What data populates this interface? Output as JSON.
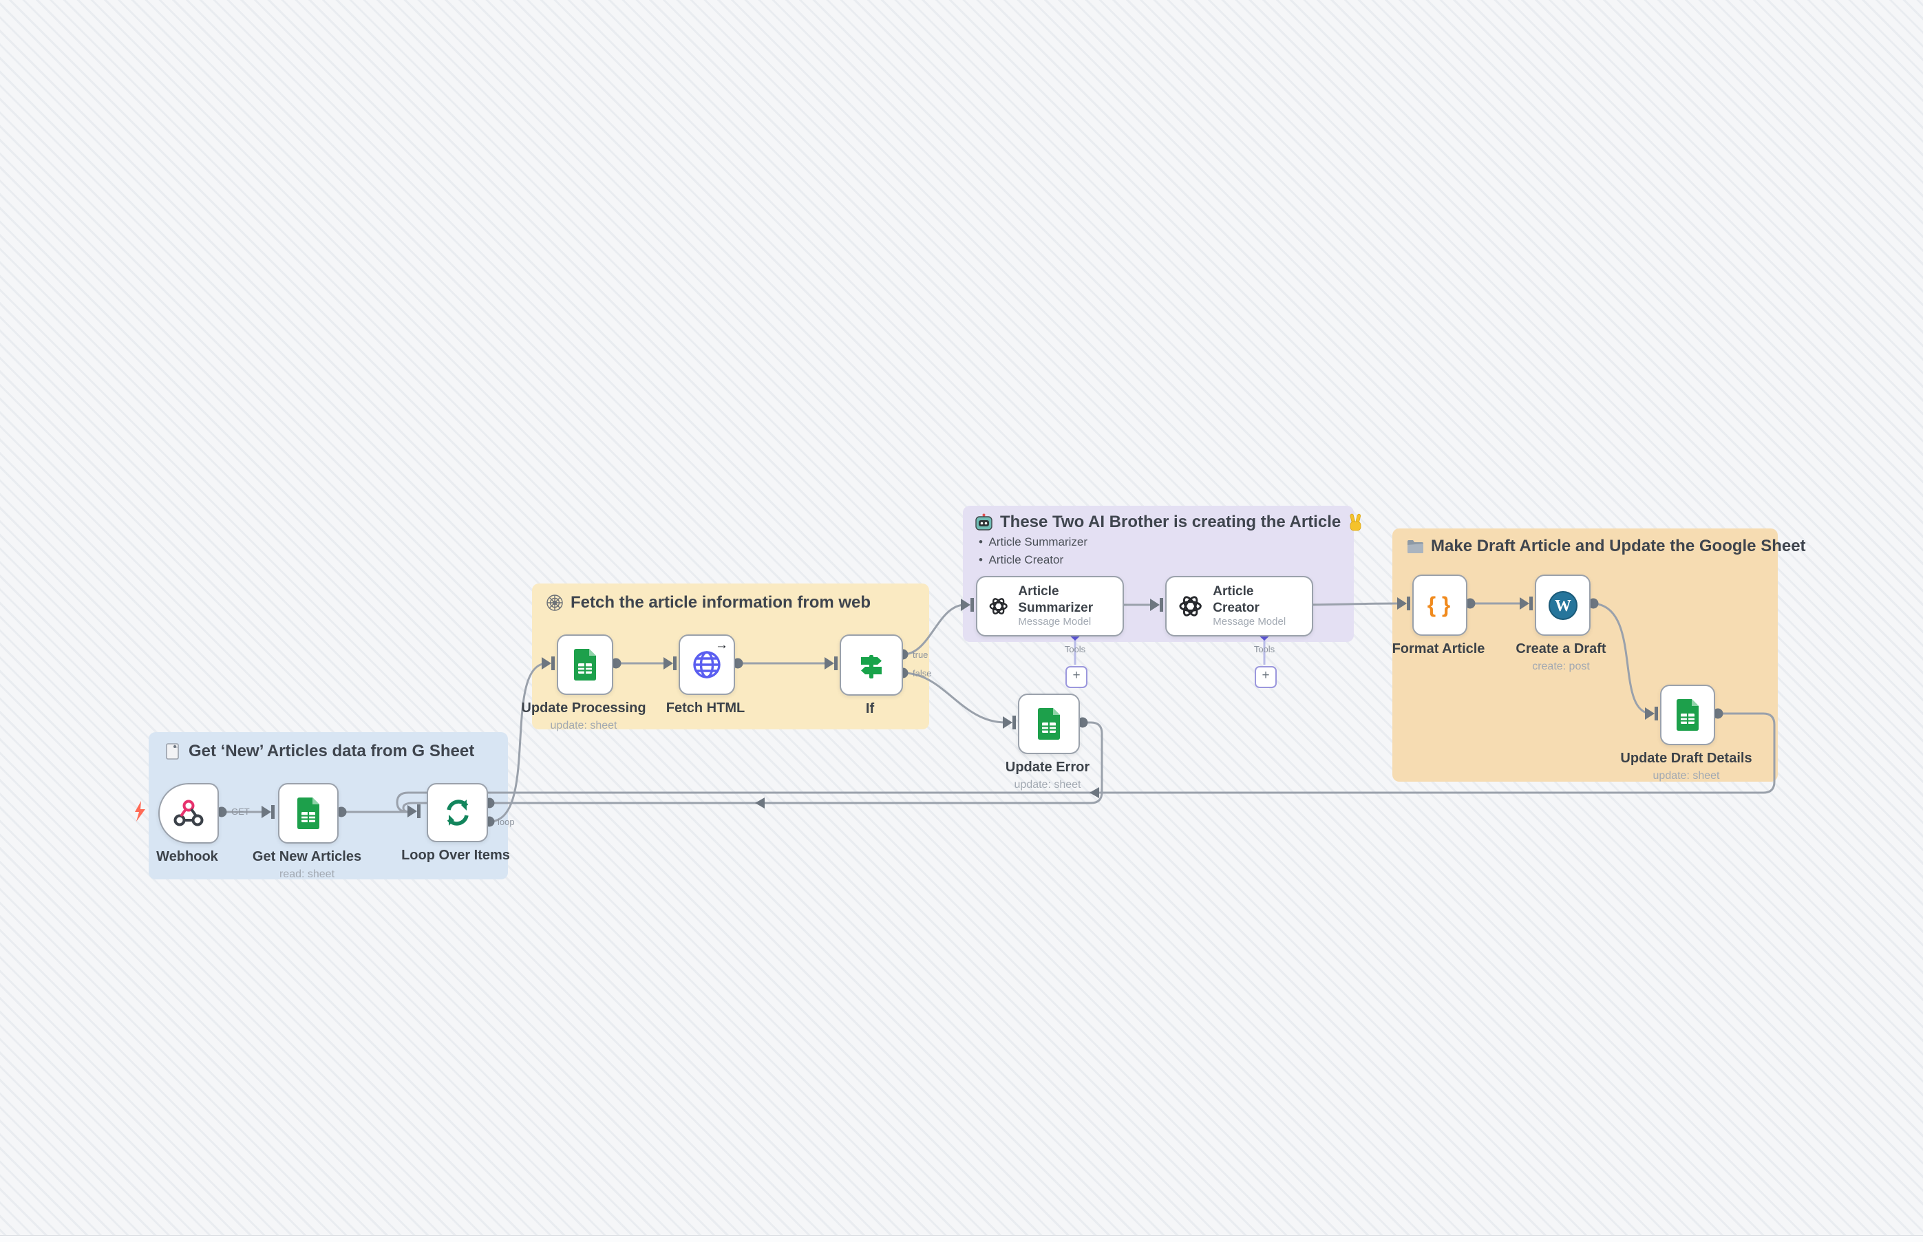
{
  "groups": [
    {
      "title": "Get ‘New’ Articles data from G Sheet"
    },
    {
      "title": "Fetch the article information from web"
    },
    {
      "title": "These Two AI Brother is creating the Article",
      "bullets": [
        "Article Summarizer",
        "Article Creator"
      ]
    },
    {
      "title": "Make Draft Article and Update the Google Sheet"
    }
  ],
  "nodes": [
    {
      "label": "Webhook"
    },
    {
      "label": "Get New Articles",
      "sublabel": "read: sheet"
    },
    {
      "label": "Loop Over Items"
    },
    {
      "label": "Update Processing",
      "sublabel": "update: sheet"
    },
    {
      "label": "Fetch HTML"
    },
    {
      "label": "If"
    },
    {
      "label": "Article Summarizer",
      "sublabel": "Message Model"
    },
    {
      "label": "Article Creator",
      "sublabel": "Message Model"
    },
    {
      "label": "Update Error",
      "sublabel": "update: sheet"
    },
    {
      "label": "Format Article"
    },
    {
      "label": "Create a Draft",
      "sublabel": "create: post"
    },
    {
      "label": "Update Draft Details",
      "sublabel": "update: sheet"
    }
  ],
  "ports": {
    "webhook_out": "GET",
    "loop_out": "loop",
    "if_true": "true",
    "if_false": "false",
    "tools": "Tools",
    "add": "+"
  },
  "colors": {
    "group_blue": "#d8e5f3",
    "group_yellow": "#faeac2",
    "group_purple": "#e4e0f3",
    "group_orange": "#f6dcb2",
    "connector": "#9aa1ab",
    "sheets_green": "#1da04b",
    "wordpress_blue": "#26759b",
    "set_orange": "#f08a1d",
    "if_green": "#18a34a",
    "loop_green": "#12855c",
    "globe_indigo": "#5a5ef0",
    "webhook_pink": "#e7326e",
    "trigger_bolt": "#ff6a55",
    "tools_diamond": "#5b55d6"
  }
}
